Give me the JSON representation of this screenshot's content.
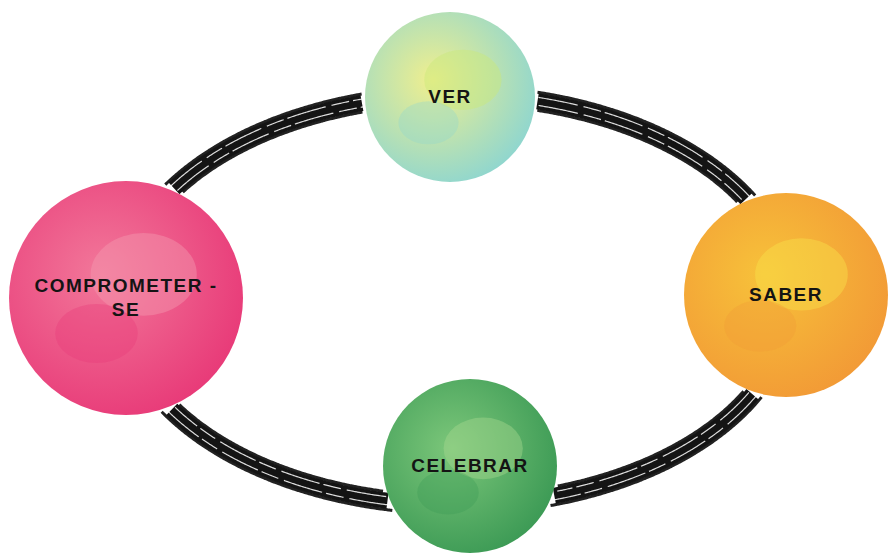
{
  "diagram": {
    "nodes": [
      {
        "text": [
          "VER"
        ]
      },
      {
        "text": [
          "COMPROMETER -SE"
        ]
      },
      {
        "text": [
          "SABER"
        ]
      },
      {
        "text": [
          "CELEBRAR"
        ]
      }
    ],
    "edges": [
      {
        "from": 0,
        "to": 2,
        "arrow": "none"
      },
      {
        "from": 2,
        "to": 3,
        "arrow": "none"
      },
      {
        "from": 3,
        "to": 1,
        "arrow": "none"
      },
      {
        "from": 1,
        "to": 0,
        "arrow": "none"
      }
    ]
  }
}
